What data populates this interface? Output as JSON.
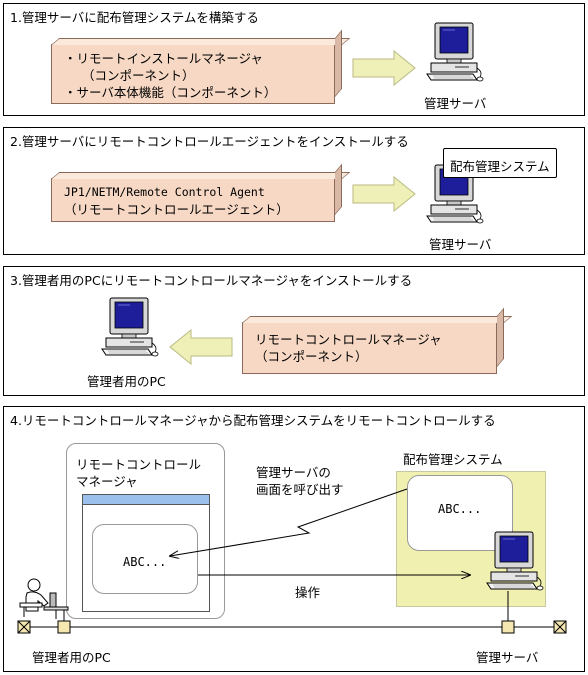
{
  "panel1": {
    "title": "1.管理サーバに配布管理システムを構築する",
    "box_line1": "・リモートインストールマネージャ",
    "box_line2": "（コンポーネント）",
    "box_line3": "・サーバ本体機能（コンポーネント）",
    "server_label": "管理サーバ"
  },
  "panel2": {
    "title": "2.管理サーバにリモートコントロールエージェントをインストールする",
    "box_line1": "JP1/NETM/Remote Control Agent",
    "box_line2": "（リモートコントロールエージェント）",
    "callout": "配布管理システム",
    "server_label": "管理サーバ"
  },
  "panel3": {
    "title": "3.管理者用のPCにリモートコントロールマネージャをインストールする",
    "box_line1": "リモートコントロールマネージャ",
    "box_line2": "（コンポーネント）",
    "pc_label": "管理者用のPC"
  },
  "panel4": {
    "title": "4.リモートコントロールマネージャから配布管理システムをリモートコントロールする",
    "manager_line1": "リモートコントロール",
    "manager_line2": "マネージャ",
    "screen_text_left": "ABC...",
    "screen_text_right": "ABC...",
    "call_label_line1": "管理サーバの",
    "call_label_line2": "画面を呼び出す",
    "operate_label": "操作",
    "system_label": "配布管理システム",
    "pc_label": "管理者用のPC",
    "server_label": "管理サーバ"
  },
  "colors": {
    "box_fill": "#f6d8c4",
    "arrow_fill": "#eef0b8",
    "system_area": "#f0f0b0",
    "monitor_screen": "#1e1e9a",
    "title_bar": "#9cc0ec"
  }
}
